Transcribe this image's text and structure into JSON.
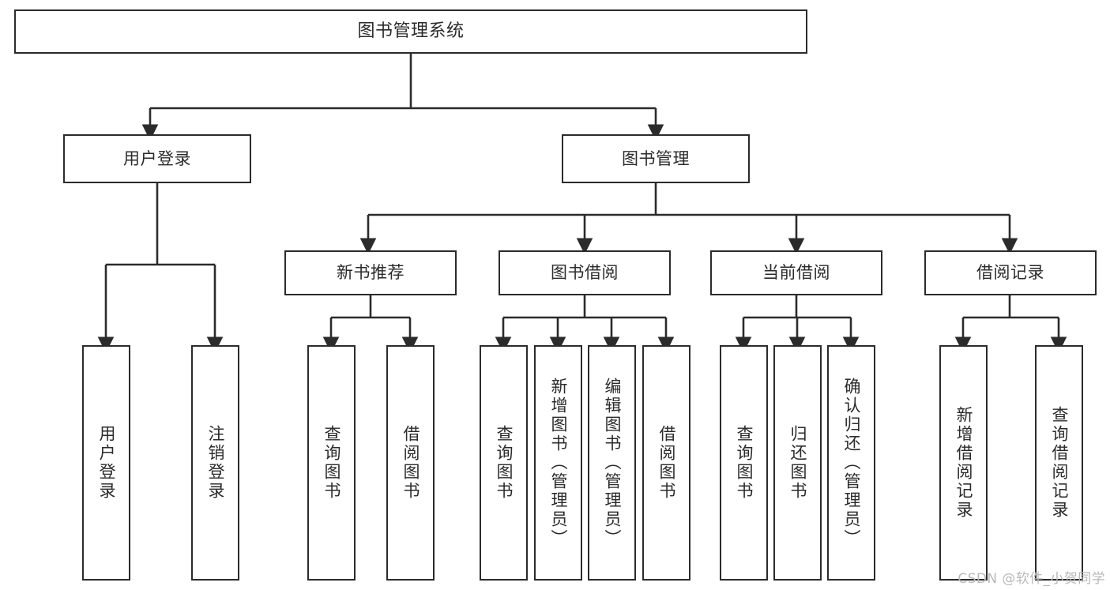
{
  "diagram": {
    "type": "hierarchy-tree",
    "title": "图书管理系统",
    "root": {
      "label": "图书管理系统"
    },
    "level2": [
      {
        "label": "用户登录"
      },
      {
        "label": "图书管理"
      }
    ],
    "level3": [
      {
        "label": "新书推荐"
      },
      {
        "label": "图书借阅"
      },
      {
        "label": "当前借阅"
      },
      {
        "label": "借阅记录"
      }
    ],
    "leaves": {
      "user_login": [
        {
          "label": "用户登录"
        },
        {
          "label": "注销登录"
        }
      ],
      "new_book_recommend": [
        {
          "label": "查询图书"
        },
        {
          "label": "借阅图书"
        }
      ],
      "book_borrow": [
        {
          "label": "查询图书"
        },
        {
          "label": "新增图书（管理员）"
        },
        {
          "label": "编辑图书（管理员）"
        },
        {
          "label": "借阅图书"
        }
      ],
      "current_borrow": [
        {
          "label": "查询图书"
        },
        {
          "label": "归还图书"
        },
        {
          "label": "确认归还（管理员）"
        }
      ],
      "borrow_record": [
        {
          "label": "新增借阅记录"
        },
        {
          "label": "查询借阅记录"
        }
      ]
    }
  },
  "watermark": {
    "text": "CSDN @软件_小贺同学"
  },
  "colors": {
    "stroke": "#2b2b2b",
    "background": "#ffffff",
    "watermark": "#b9b9b9"
  }
}
